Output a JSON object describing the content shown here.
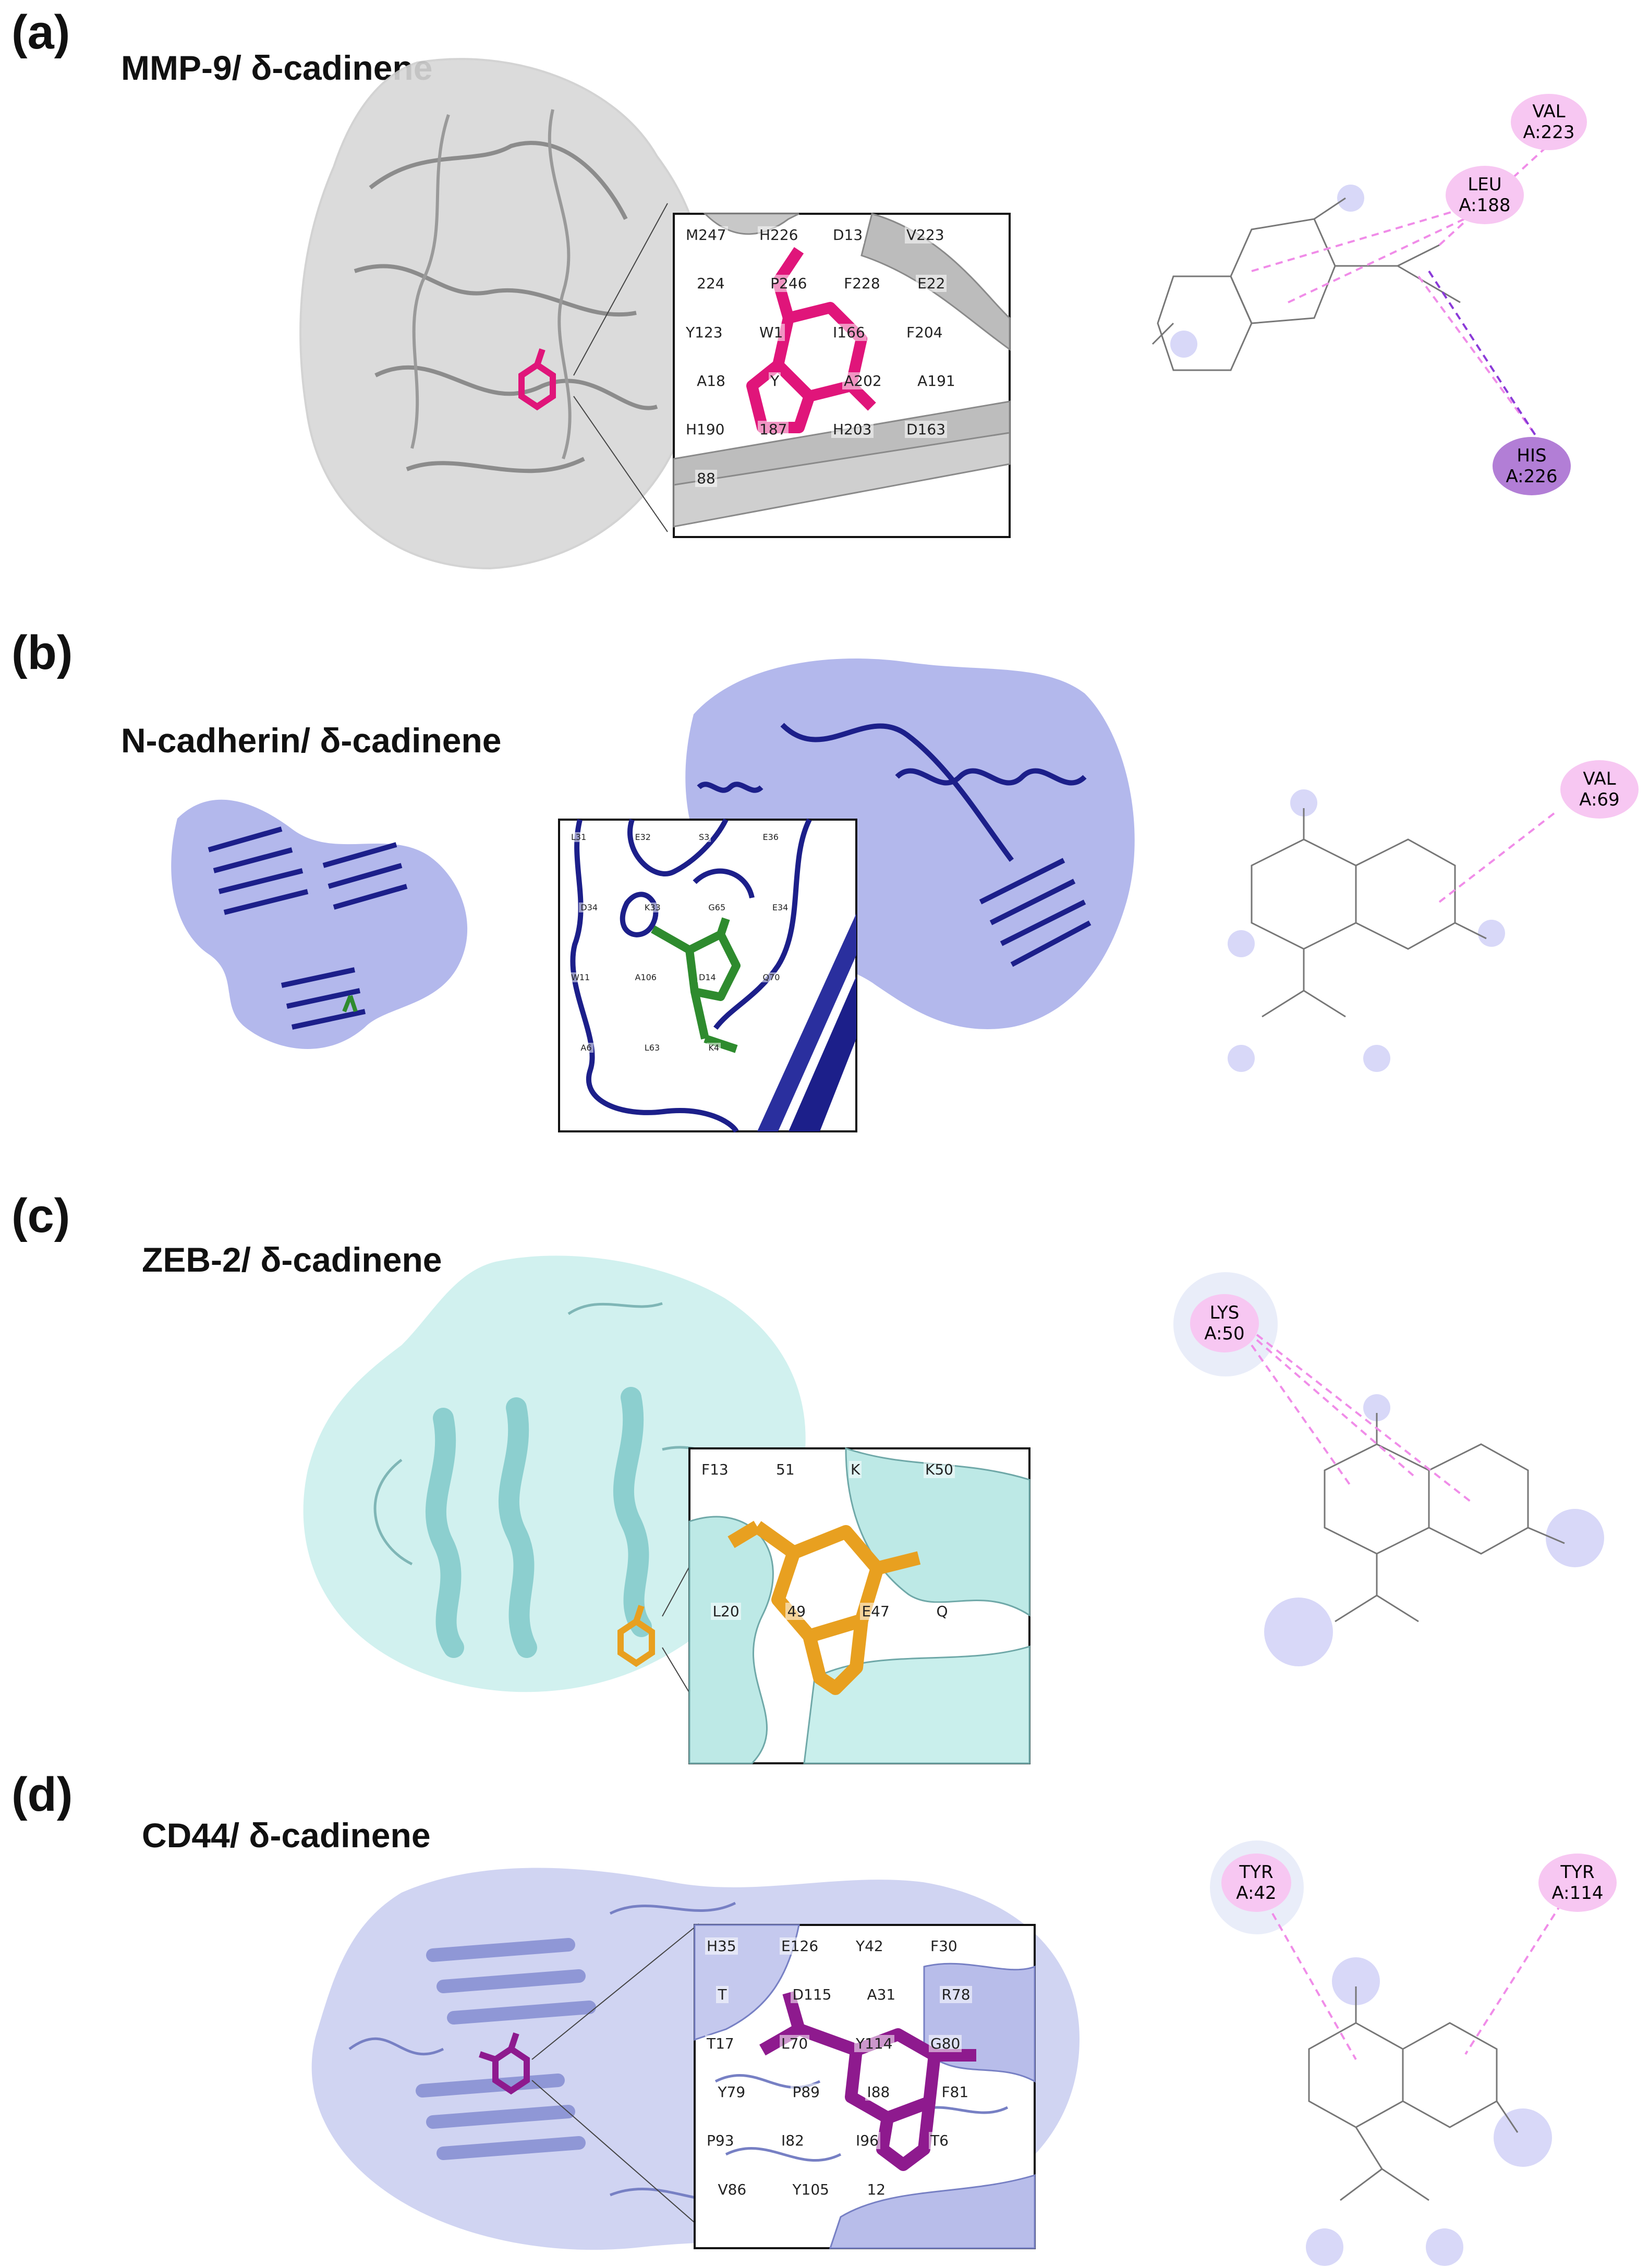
{
  "panels": [
    {
      "id": "a",
      "letter": "(a)",
      "title": "MMP-9/ δ-cadinene",
      "ligand_color": "#e0157a",
      "protein_color": "#9a9a9a",
      "inset_residues": [
        "M247",
        "H226",
        "D13",
        "V223",
        "224",
        "P246",
        "F228",
        "E22",
        "Y123",
        "W1",
        "I166",
        "F204",
        "A18",
        "Y",
        "A202",
        "A191",
        "H190",
        "187",
        "H203",
        "D163",
        "88"
      ],
      "interactions": [
        {
          "residue": "VAL",
          "position": "A:223",
          "type": "alkyl"
        },
        {
          "residue": "LEU",
          "position": "A:188",
          "type": "alkyl"
        },
        {
          "residue": "HIS",
          "position": "A:226",
          "type": "pi-alkyl"
        }
      ]
    },
    {
      "id": "b",
      "letter": "(b)",
      "title": "N-cadherin/ δ-cadinene",
      "ligand_color": "#2e8b2e",
      "protein_color": "#1c1f8a",
      "inset_residues": [
        "L31",
        "E32",
        "S3",
        "E36",
        "D34",
        "K33",
        "G65",
        "E34",
        "W11",
        "A106",
        "D14",
        "Q70",
        "A6",
        "L63",
        "K4"
      ],
      "interactions": [
        {
          "residue": "VAL",
          "position": "A:69",
          "type": "alkyl"
        }
      ]
    },
    {
      "id": "c",
      "letter": "(c)",
      "title": "ZEB-2/ δ-cadinene",
      "ligand_color": "#e8a020",
      "protein_color": "#9fdede",
      "inset_residues": [
        "F13",
        "51",
        "K",
        "K50",
        "L20",
        "49",
        "E47",
        "Q"
      ],
      "interactions": [
        {
          "residue": "LYS",
          "position": "A:50",
          "type": "alkyl"
        }
      ]
    },
    {
      "id": "d",
      "letter": "(d)",
      "title": "CD44/ δ-cadinene",
      "ligand_color": "#8e1a8e",
      "protein_color": "#8f97d6",
      "inset_residues": [
        "H35",
        "E126",
        "Y42",
        "F30",
        "T",
        "D115",
        "A31",
        "R78",
        "T17",
        "L70",
        "Y114",
        "G80",
        "Y79",
        "P89",
        "I88",
        "F81",
        "P93",
        "I82",
        "I96",
        "T6",
        "V86",
        "Y105",
        "12"
      ],
      "interactions": [
        {
          "residue": "TYR",
          "position": "A:42",
          "type": "alkyl"
        },
        {
          "residue": "TYR",
          "position": "A:114",
          "type": "alkyl"
        }
      ]
    }
  ],
  "colors": {
    "interaction_line": "#f08ce8",
    "interaction_circle": "#f7c7f2",
    "his_circle": "#b27ed6",
    "hydrophobic_glow": "#c8c8f5",
    "molecule_line": "#777777"
  }
}
